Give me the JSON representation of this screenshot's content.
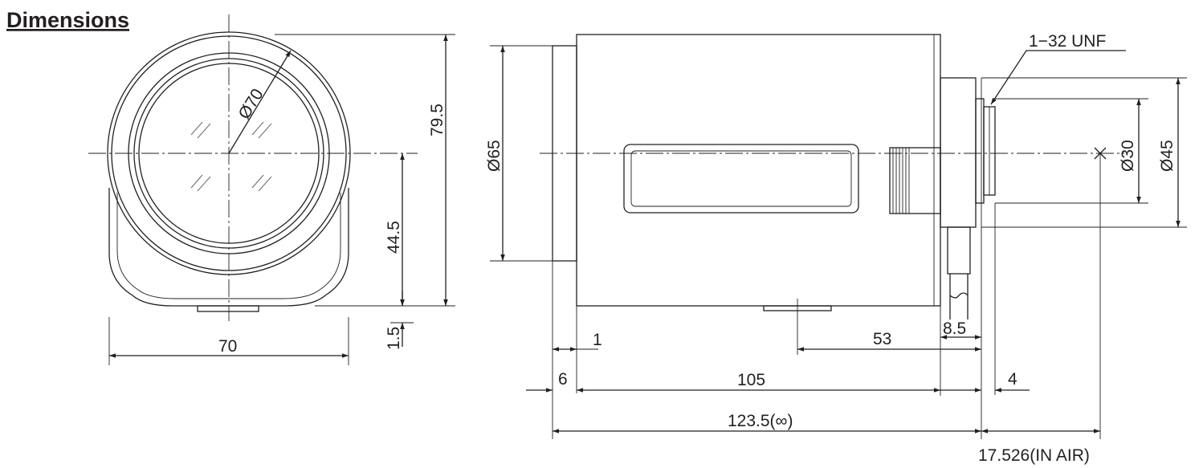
{
  "title": "Dimensions",
  "front_view": {
    "dia_lens": "Ø70",
    "height_total": "79.5",
    "height_center": "44.5",
    "base_offset": "1.5",
    "width": "70"
  },
  "side_view": {
    "dia_body": "Ø65",
    "mount_thread": "1−32 UNF",
    "dia_mount": "Ø30",
    "dia_flange": "Ø45",
    "dim_1": "1",
    "dim_53": "53",
    "dim_8_5": "8.5",
    "dim_6": "6",
    "dim_105": "105",
    "dim_4": "4",
    "dim_overall": "123.5(∞)",
    "flange_back": "17.526(IN AIR)"
  }
}
